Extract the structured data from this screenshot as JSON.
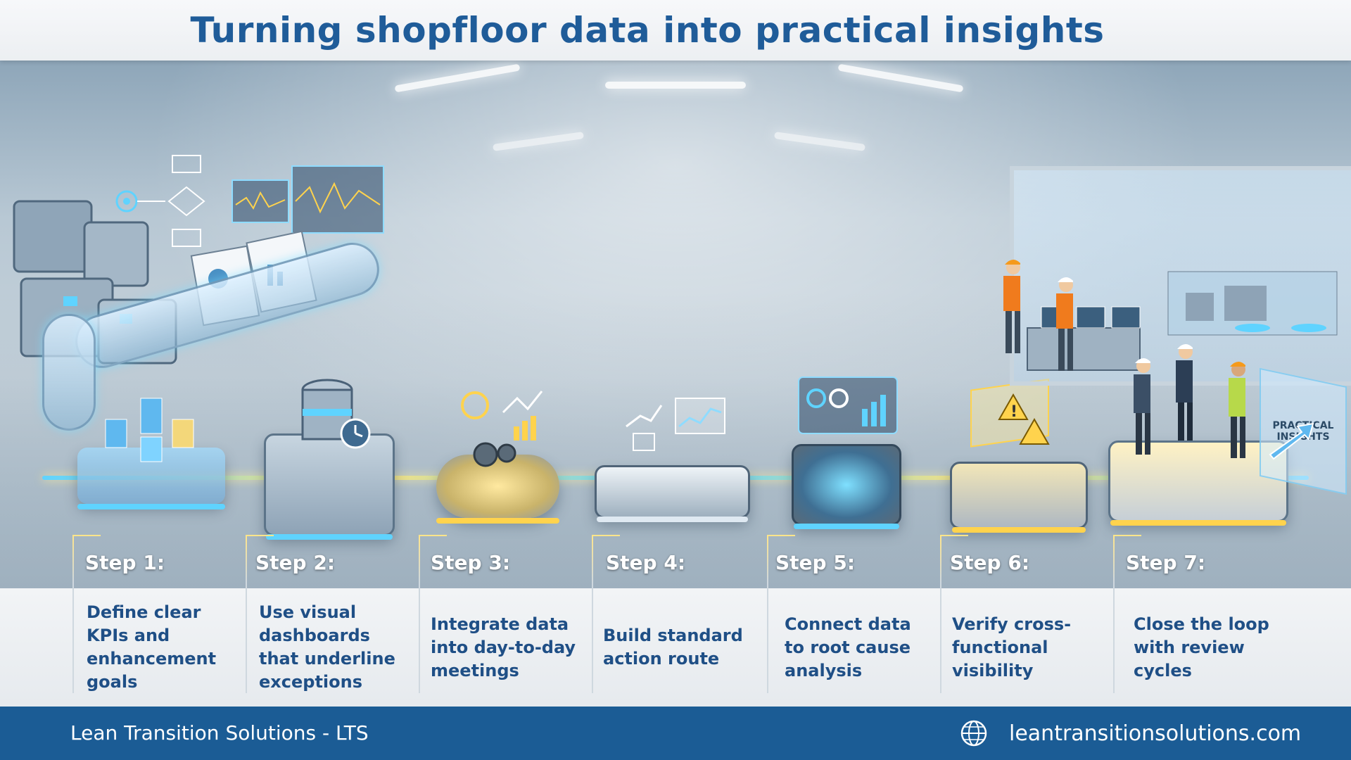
{
  "header": {
    "title": "Turning shopfloor data into practical insights"
  },
  "scene": {
    "insight_panel_label": "PRACTICAL INSIGHTS"
  },
  "steps": [
    {
      "head": "Step 1:",
      "text": "Define clear KPIs and enhancement goals",
      "icon": "data-cubes-icon",
      "accent": "#5fd3ff"
    },
    {
      "head": "Step 2:",
      "text": "Use visual dashboards that underline exceptions",
      "icon": "database-icon",
      "accent": "#5fd3ff"
    },
    {
      "head": "Step 3:",
      "text": "Integrate data into day-to-day meetings",
      "icon": "gears-icon",
      "accent": "#ffd34d"
    },
    {
      "head": "Step 4:",
      "text": "Build standard action route",
      "icon": "bridge-icon",
      "accent": "#dfe9f2"
    },
    {
      "head": "Step 5:",
      "text": "Connect data to root cause analysis",
      "icon": "valve-icon",
      "accent": "#5fd3ff"
    },
    {
      "head": "Step 6:",
      "text": "Verify cross-functional visibility",
      "icon": "warning-icon",
      "accent": "#ffd34d"
    },
    {
      "head": "Step 7:",
      "text": "Close the loop with review cycles",
      "icon": "review-platform-icon",
      "accent": "#ffd34d"
    }
  ],
  "footer": {
    "brand": "Lean Transition Solutions - LTS",
    "url": "leantransitionsolutions.com",
    "url_icon": "globe-icon",
    "bar_color": "#1b5c95"
  },
  "colors": {
    "title": "#1f5c99",
    "step_text": "#1f4f86",
    "glow_blue": "#5fd3ff",
    "glow_yellow": "#ffe27a"
  }
}
